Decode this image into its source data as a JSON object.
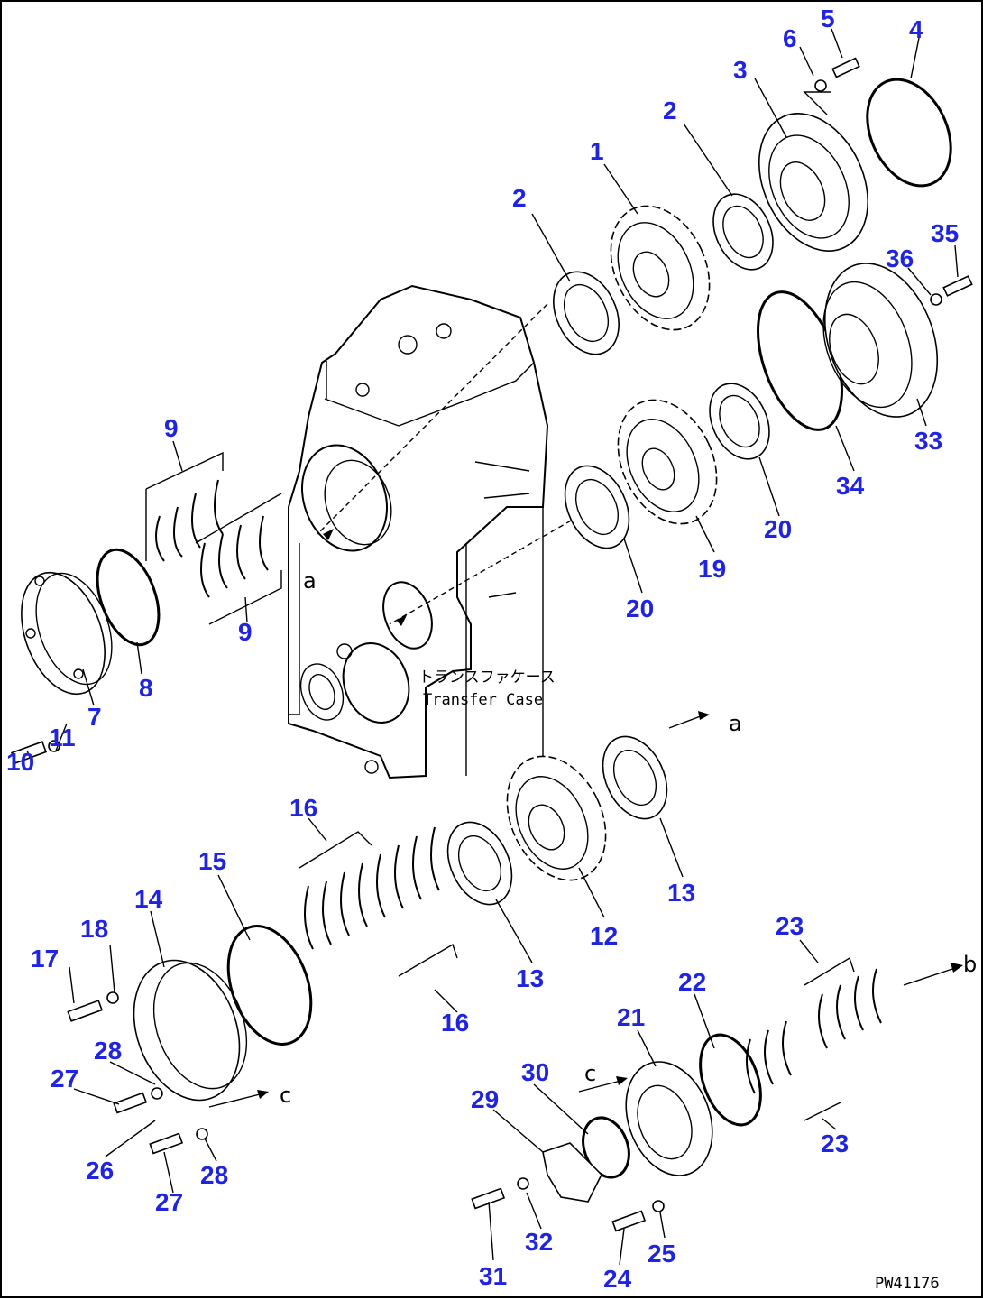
{
  "callouts": [
    {
      "id": "c1",
      "text": "1"
    },
    {
      "id": "c2a",
      "text": "2"
    },
    {
      "id": "c2b",
      "text": "2"
    },
    {
      "id": "c3",
      "text": "3"
    },
    {
      "id": "c4",
      "text": "4"
    },
    {
      "id": "c5",
      "text": "5"
    },
    {
      "id": "c6",
      "text": "6"
    },
    {
      "id": "c7",
      "text": "7"
    },
    {
      "id": "c8",
      "text": "8"
    },
    {
      "id": "c9a",
      "text": "9"
    },
    {
      "id": "c9b",
      "text": "9"
    },
    {
      "id": "c10",
      "text": "10"
    },
    {
      "id": "c11",
      "text": "11"
    },
    {
      "id": "c12",
      "text": "12"
    },
    {
      "id": "c13a",
      "text": "13"
    },
    {
      "id": "c13b",
      "text": "13"
    },
    {
      "id": "c14",
      "text": "14"
    },
    {
      "id": "c15",
      "text": "15"
    },
    {
      "id": "c16a",
      "text": "16"
    },
    {
      "id": "c16b",
      "text": "16"
    },
    {
      "id": "c17",
      "text": "17"
    },
    {
      "id": "c18",
      "text": "18"
    },
    {
      "id": "c19",
      "text": "19"
    },
    {
      "id": "c20a",
      "text": "20"
    },
    {
      "id": "c20b",
      "text": "20"
    },
    {
      "id": "c21",
      "text": "21"
    },
    {
      "id": "c22",
      "text": "22"
    },
    {
      "id": "c23a",
      "text": "23"
    },
    {
      "id": "c23b",
      "text": "23"
    },
    {
      "id": "c24",
      "text": "24"
    },
    {
      "id": "c25",
      "text": "25"
    },
    {
      "id": "c26",
      "text": "26"
    },
    {
      "id": "c27a",
      "text": "27"
    },
    {
      "id": "c27b",
      "text": "27"
    },
    {
      "id": "c28a",
      "text": "28"
    },
    {
      "id": "c28b",
      "text": "28"
    },
    {
      "id": "c29",
      "text": "29"
    },
    {
      "id": "c30",
      "text": "30"
    },
    {
      "id": "c31",
      "text": "31"
    },
    {
      "id": "c32",
      "text": "32"
    },
    {
      "id": "c33",
      "text": "33"
    },
    {
      "id": "c34",
      "text": "34"
    },
    {
      "id": "c35",
      "text": "35"
    },
    {
      "id": "c36",
      "text": "36"
    }
  ],
  "labels": {
    "case_jp": "トランスファケース",
    "case_en": "Transfer Case",
    "ref_a1": "a",
    "ref_a2": "a",
    "ref_b": "b",
    "ref_c1": "c",
    "ref_c2": "c",
    "drawing_no": "PW41176"
  },
  "colors": {
    "callout": "#1f24e0",
    "line": "#000000"
  }
}
